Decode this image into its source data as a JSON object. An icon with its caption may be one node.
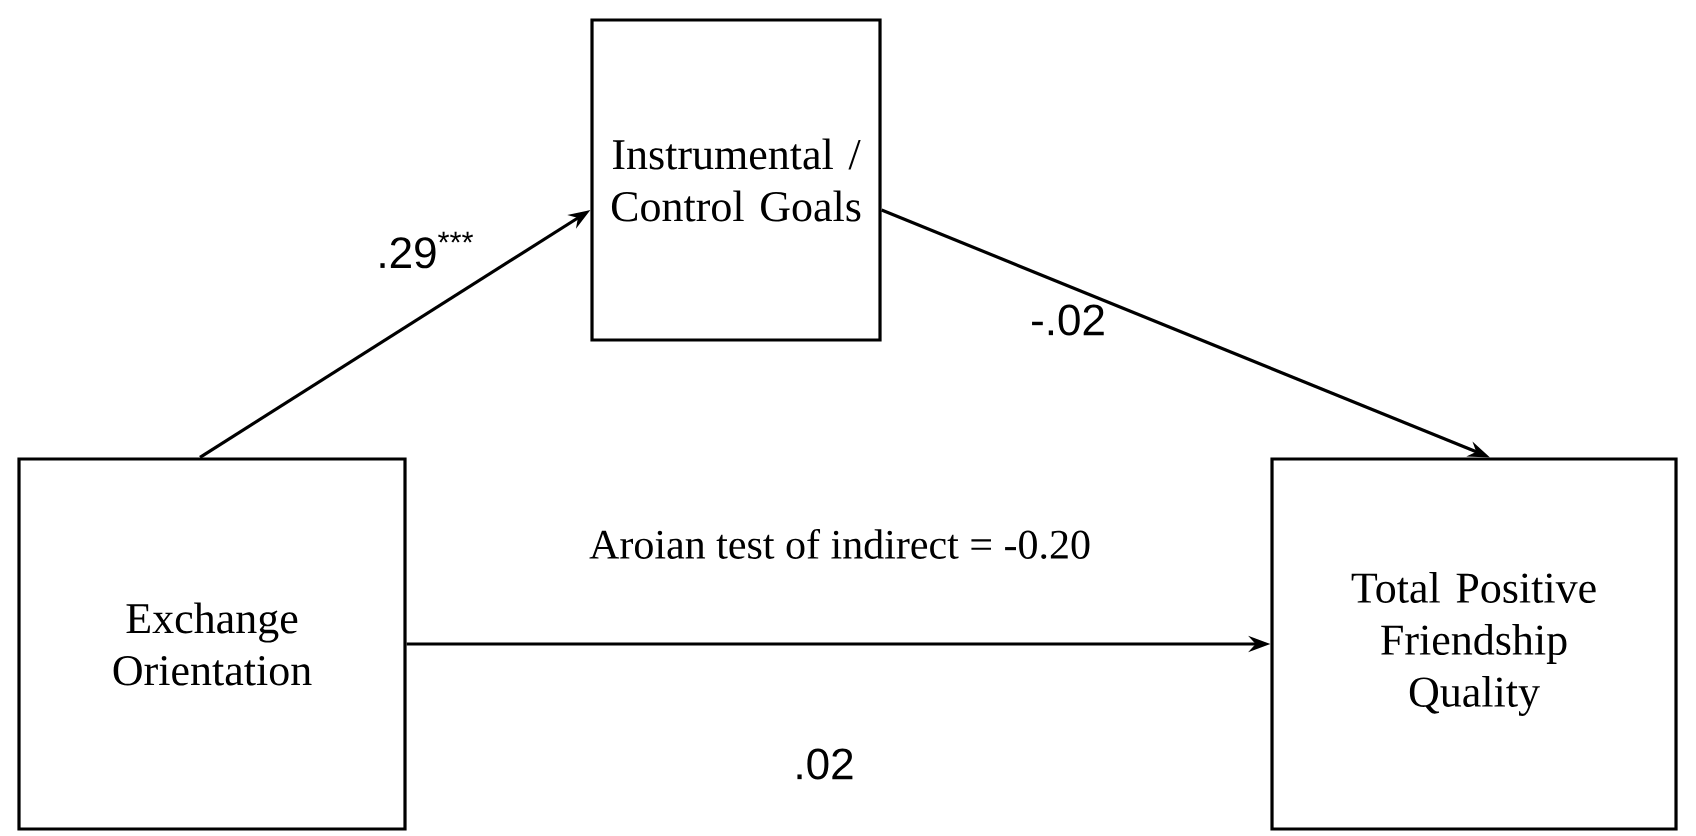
{
  "diagram": {
    "nodes": [
      {
        "text": [
          "Exchange Orientation"
        ]
      },
      {
        "text": [
          "Instrumental / Control Goals"
        ]
      },
      {
        "text": [
          "Total Positive Friendship Quality"
        ]
      }
    ],
    "edges": [
      {
        "from": 0,
        "to": 1,
        "arrow": "to",
        "label": ".29$^{***}$"
      },
      {
        "from": 1,
        "to": 2,
        "arrow": "to",
        "label": "-.02"
      },
      {
        "from": 0,
        "to": 2,
        "arrow": "to",
        "label": ".02"
      }
    ],
    "labels": [
      "Aroian test of indirect = -0.20"
    ]
  }
}
